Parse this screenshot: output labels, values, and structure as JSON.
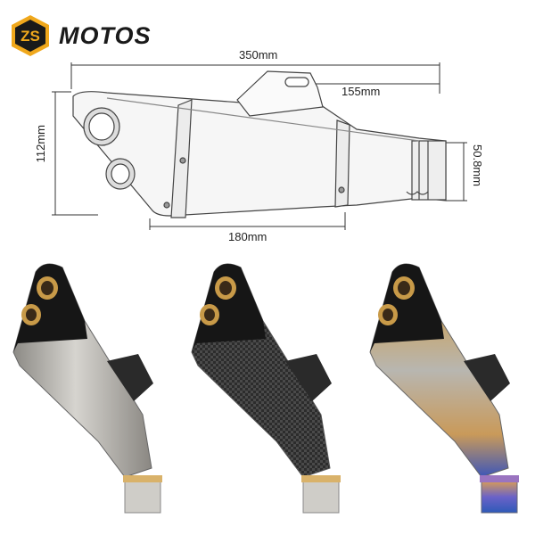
{
  "brand": {
    "logo_text": "ZS",
    "name": "MOTOS",
    "logo_color": "#f0a81c"
  },
  "diagram": {
    "dimensions": {
      "total_length": "350mm",
      "bracket_offset": "155mm",
      "height": "112mm",
      "outlet_diameter": "50.8mm",
      "body_length": "180mm"
    }
  },
  "products": [
    {
      "finish": "brushed stainless",
      "color": "#b4b2ad"
    },
    {
      "finish": "carbon fiber",
      "color": "#3a3a3a"
    },
    {
      "finish": "titanium blue-burnt",
      "color": "#a89f8c"
    }
  ]
}
